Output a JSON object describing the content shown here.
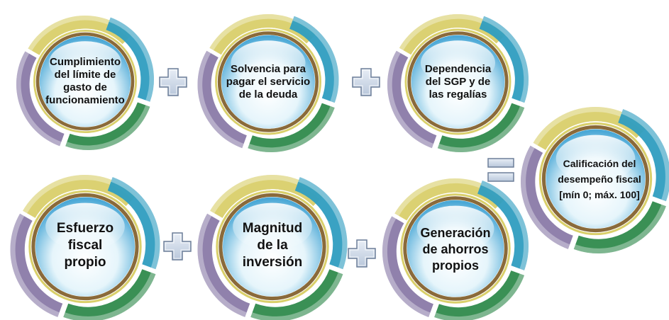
{
  "nodes": [
    {
      "id": "cumplimiento",
      "lines": [
        "Cumplimiento",
        "del límite de",
        "gasto de",
        "funcionamiento"
      ]
    },
    {
      "id": "solvencia",
      "lines": [
        "Solvencia para",
        "pagar el servicio",
        "de la deuda"
      ]
    },
    {
      "id": "dependencia",
      "lines": [
        "Dependencia",
        "del SGP y de",
        "las regalías"
      ]
    },
    {
      "id": "esfuerzo",
      "lines": [
        "Esfuerzo",
        "fiscal",
        "propio"
      ]
    },
    {
      "id": "magnitud",
      "lines": [
        "Magnitud",
        "de la",
        "inversión"
      ]
    },
    {
      "id": "generacion",
      "lines": [
        "Generación",
        "de ahorros",
        "propios"
      ]
    },
    {
      "id": "calificacion",
      "lines": [
        "Calificación del",
        "desempeño fiscal",
        "[mín 0; máx. 100]"
      ]
    }
  ],
  "operators": [
    "plus",
    "plus",
    "plus",
    "plus",
    "equals"
  ],
  "colors": {
    "ring_yellow": "#d9cf6a",
    "ring_blue": "#2f9dc0",
    "ring_green": "#2f8a4c",
    "ring_purple": "#8a7aa8",
    "inner_ring": "#8a6a3a",
    "core_light": "#e6f5fb",
    "core_dark": "#4aa8d6",
    "operator_fill": "#b9c7db",
    "operator_stroke": "#6d7f99"
  }
}
